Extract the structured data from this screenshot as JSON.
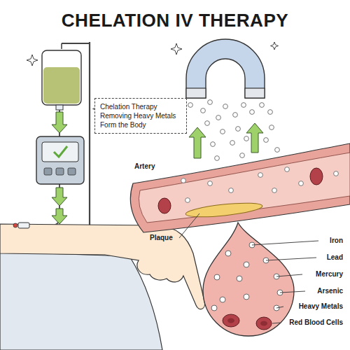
{
  "diagram": {
    "title": "CHELATION IV THERAPY",
    "nodes": [
      {
        "text": [
          "Chelation Therapy Removing Heavy Metals Form the Body"
        ]
      }
    ],
    "labels": [
      "Artery",
      "Plaque",
      "Iron",
      "Lead",
      "Mercury",
      "Arsenic",
      "Heavy Metals",
      "Red Blood Cells"
    ]
  }
}
